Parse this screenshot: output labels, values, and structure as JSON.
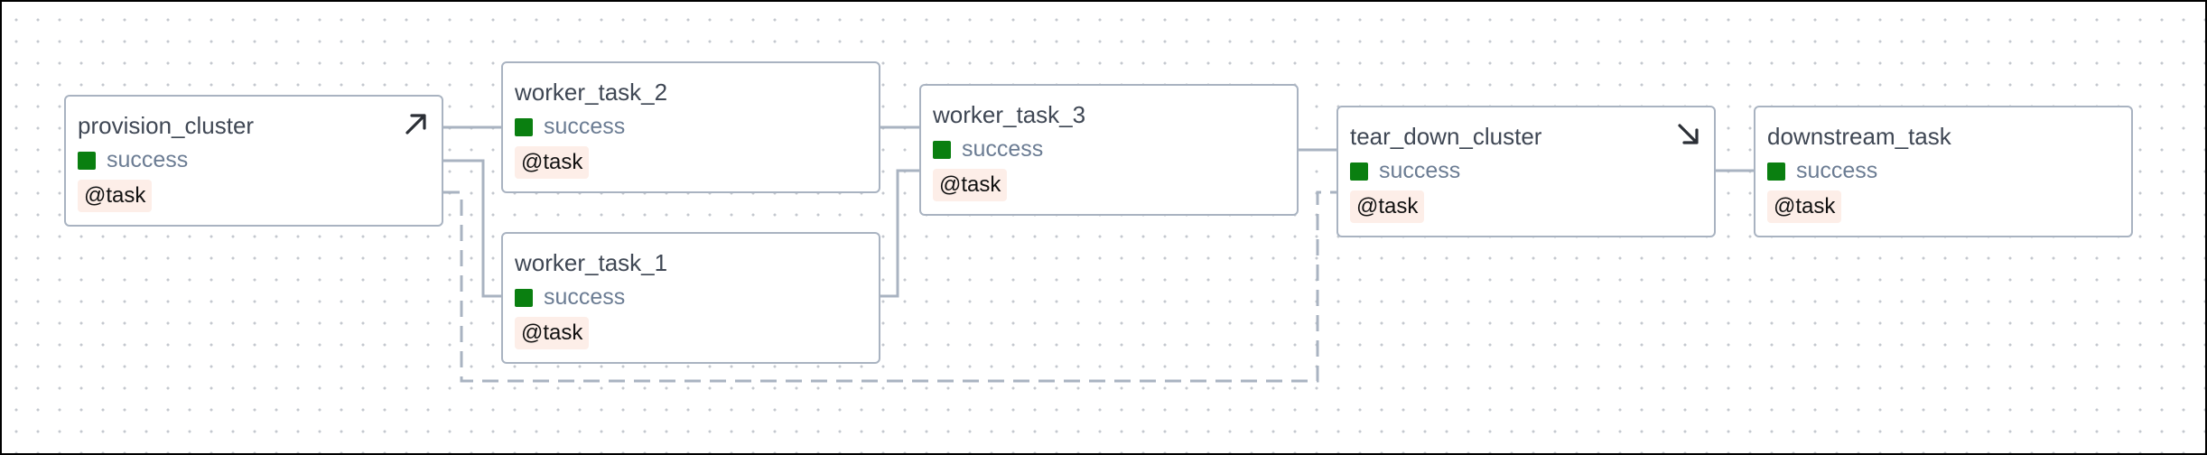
{
  "nodes": [
    {
      "id": "provision_cluster",
      "label": "provision_cluster",
      "status": "success",
      "badge": "@task",
      "corner_icon": "arrow-up-right-icon"
    },
    {
      "id": "worker_task_2",
      "label": "worker_task_2",
      "status": "success",
      "badge": "@task"
    },
    {
      "id": "worker_task_1",
      "label": "worker_task_1",
      "status": "success",
      "badge": "@task"
    },
    {
      "id": "worker_task_3",
      "label": "worker_task_3",
      "status": "success",
      "badge": "@task"
    },
    {
      "id": "tear_down_cluster",
      "label": "tear_down_cluster",
      "status": "success",
      "badge": "@task",
      "corner_icon": "arrow-down-right-icon"
    },
    {
      "id": "downstream_task",
      "label": "downstream_task",
      "status": "success",
      "badge": "@task"
    }
  ],
  "edges": [
    {
      "from": "provision_cluster",
      "to": "worker_task_2",
      "style": "solid"
    },
    {
      "from": "provision_cluster",
      "to": "worker_task_1",
      "style": "solid"
    },
    {
      "from": "worker_task_2",
      "to": "worker_task_3",
      "style": "solid"
    },
    {
      "from": "worker_task_1",
      "to": "worker_task_3",
      "style": "solid"
    },
    {
      "from": "worker_task_3",
      "to": "tear_down_cluster",
      "style": "solid"
    },
    {
      "from": "provision_cluster",
      "to": "tear_down_cluster",
      "style": "dashed"
    },
    {
      "from": "tear_down_cluster",
      "to": "downstream_task",
      "style": "solid"
    }
  ],
  "colors": {
    "success": "#0a7f10",
    "edge": "#a9b3c1",
    "badge_bg": "#fdeee8"
  }
}
